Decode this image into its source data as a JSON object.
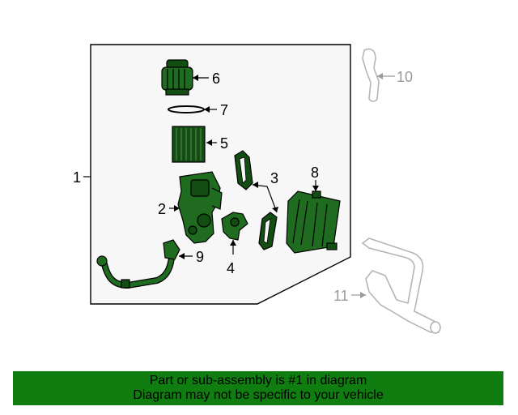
{
  "callouts": {
    "c1": "1",
    "c2": "2",
    "c3": "3",
    "c4": "4",
    "c5": "5",
    "c6": "6",
    "c7": "7",
    "c8": "8",
    "c9": "9",
    "c10": "10",
    "c11": "11"
  },
  "footer": {
    "line1": "Part or sub-assembly is #1 in diagram",
    "line2": "Diagram may not be specific to your vehicle"
  },
  "colors": {
    "part_fill": "#1f6b1f",
    "banner": "#0f7d0f",
    "ghost_parts": "#b5b5b5"
  }
}
